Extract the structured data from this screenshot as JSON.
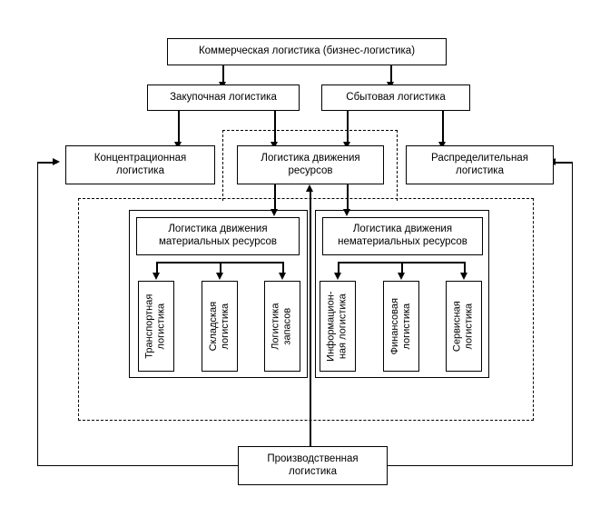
{
  "diagram": {
    "title": "Классификация коммерческой логистики",
    "type": "hierarchical-block-diagram",
    "language": "ru",
    "colors": {
      "stroke": "#000000",
      "background": "#ffffff"
    },
    "nodes": {
      "root": {
        "label": "Коммерческая логистика (бизнес-логистика)"
      },
      "procurement": {
        "label": "Закупочная логистика"
      },
      "sales": {
        "label": "Сбытовая логистика"
      },
      "concentration": {
        "label": "Концентрационная\nлогистика"
      },
      "resource_movement": {
        "label": "Логистика движения\nресурсов"
      },
      "distribution": {
        "label": "Распределительная\nлогистика"
      },
      "material_movement": {
        "label": "Логистика движения\nматериальных ресурсов"
      },
      "nonmaterial_movement": {
        "label": "Логистика  движения\nнематериальных ресурсов"
      },
      "transport": {
        "label": "Транспортная\nлогистика"
      },
      "warehouse": {
        "label": "Складская\nлогистика"
      },
      "inventory": {
        "label": "Логистика\nзапасов"
      },
      "information": {
        "label": "Информацион-\nная логистика"
      },
      "financial": {
        "label": "Финансовая\nлогистика"
      },
      "service": {
        "label": "Сервисная\nлогистика"
      },
      "production": {
        "label": "Производственная\nлогистика"
      }
    },
    "edges": [
      {
        "from": "root",
        "to": "procurement",
        "style": "arrow-down"
      },
      {
        "from": "root",
        "to": "sales",
        "style": "arrow-down"
      },
      {
        "from": "procurement",
        "to": "concentration",
        "style": "arrow-down"
      },
      {
        "from": "procurement",
        "to": "resource_movement",
        "style": "arrow-down"
      },
      {
        "from": "sales",
        "to": "resource_movement",
        "style": "arrow-down"
      },
      {
        "from": "sales",
        "to": "distribution",
        "style": "arrow-down"
      },
      {
        "from": "resource_movement",
        "to": "material_movement",
        "style": "arrow-down"
      },
      {
        "from": "resource_movement",
        "to": "nonmaterial_movement",
        "style": "arrow-down"
      },
      {
        "from": "material_movement",
        "to": "transport",
        "style": "arrow-down"
      },
      {
        "from": "material_movement",
        "to": "warehouse",
        "style": "arrow-down"
      },
      {
        "from": "material_movement",
        "to": "inventory",
        "style": "arrow-down"
      },
      {
        "from": "nonmaterial_movement",
        "to": "information",
        "style": "arrow-down"
      },
      {
        "from": "nonmaterial_movement",
        "to": "financial",
        "style": "arrow-down"
      },
      {
        "from": "nonmaterial_movement",
        "to": "service",
        "style": "arrow-down"
      },
      {
        "from": "production",
        "to": "resource_movement",
        "style": "arrow-up"
      },
      {
        "from": "production",
        "to": "concentration",
        "style": "feedback-left-arrow"
      },
      {
        "from": "production",
        "to": "distribution",
        "style": "feedback-right-arrow"
      }
    ]
  }
}
